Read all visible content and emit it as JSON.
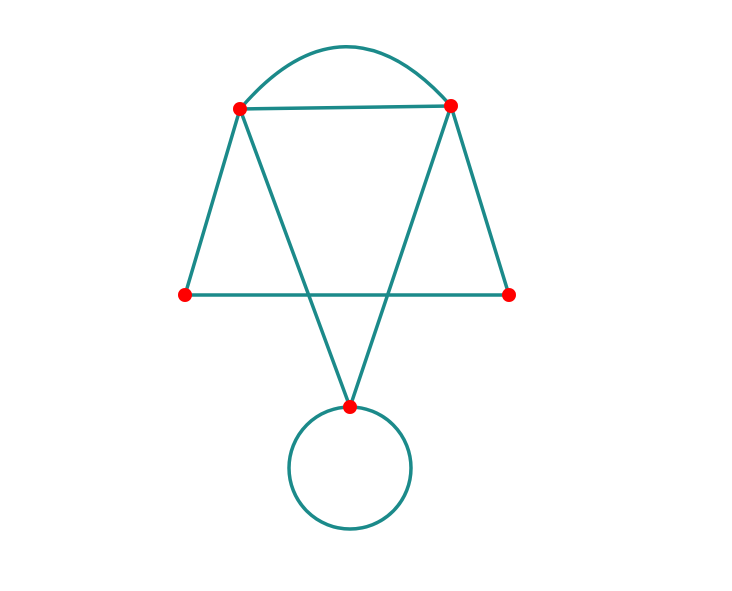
{
  "diagram": {
    "type": "graph",
    "colors": {
      "edge": "#1b8a8a",
      "vertex": "#ff0000",
      "background": "#ffffff"
    },
    "vertices": [
      {
        "id": "top-left"
      },
      {
        "id": "top-right"
      },
      {
        "id": "middle-left"
      },
      {
        "id": "middle-right"
      },
      {
        "id": "bottom"
      }
    ],
    "edges": [
      {
        "id": "top-straight",
        "from": "top-left",
        "to": "top-right",
        "kind": "straight"
      },
      {
        "id": "top-arc",
        "from": "top-left",
        "to": "top-right",
        "kind": "arc"
      },
      {
        "id": "left-side",
        "from": "top-left",
        "to": "middle-left",
        "kind": "straight"
      },
      {
        "id": "right-side",
        "from": "top-right",
        "to": "middle-right",
        "kind": "straight"
      },
      {
        "id": "horizontal",
        "from": "middle-left",
        "to": "middle-right",
        "kind": "straight"
      },
      {
        "id": "cross-left",
        "from": "top-left",
        "to": "bottom",
        "kind": "straight"
      },
      {
        "id": "cross-right",
        "from": "top-right",
        "to": "bottom",
        "kind": "straight"
      },
      {
        "id": "self-loop",
        "from": "bottom",
        "to": "bottom",
        "kind": "loop"
      }
    ]
  }
}
